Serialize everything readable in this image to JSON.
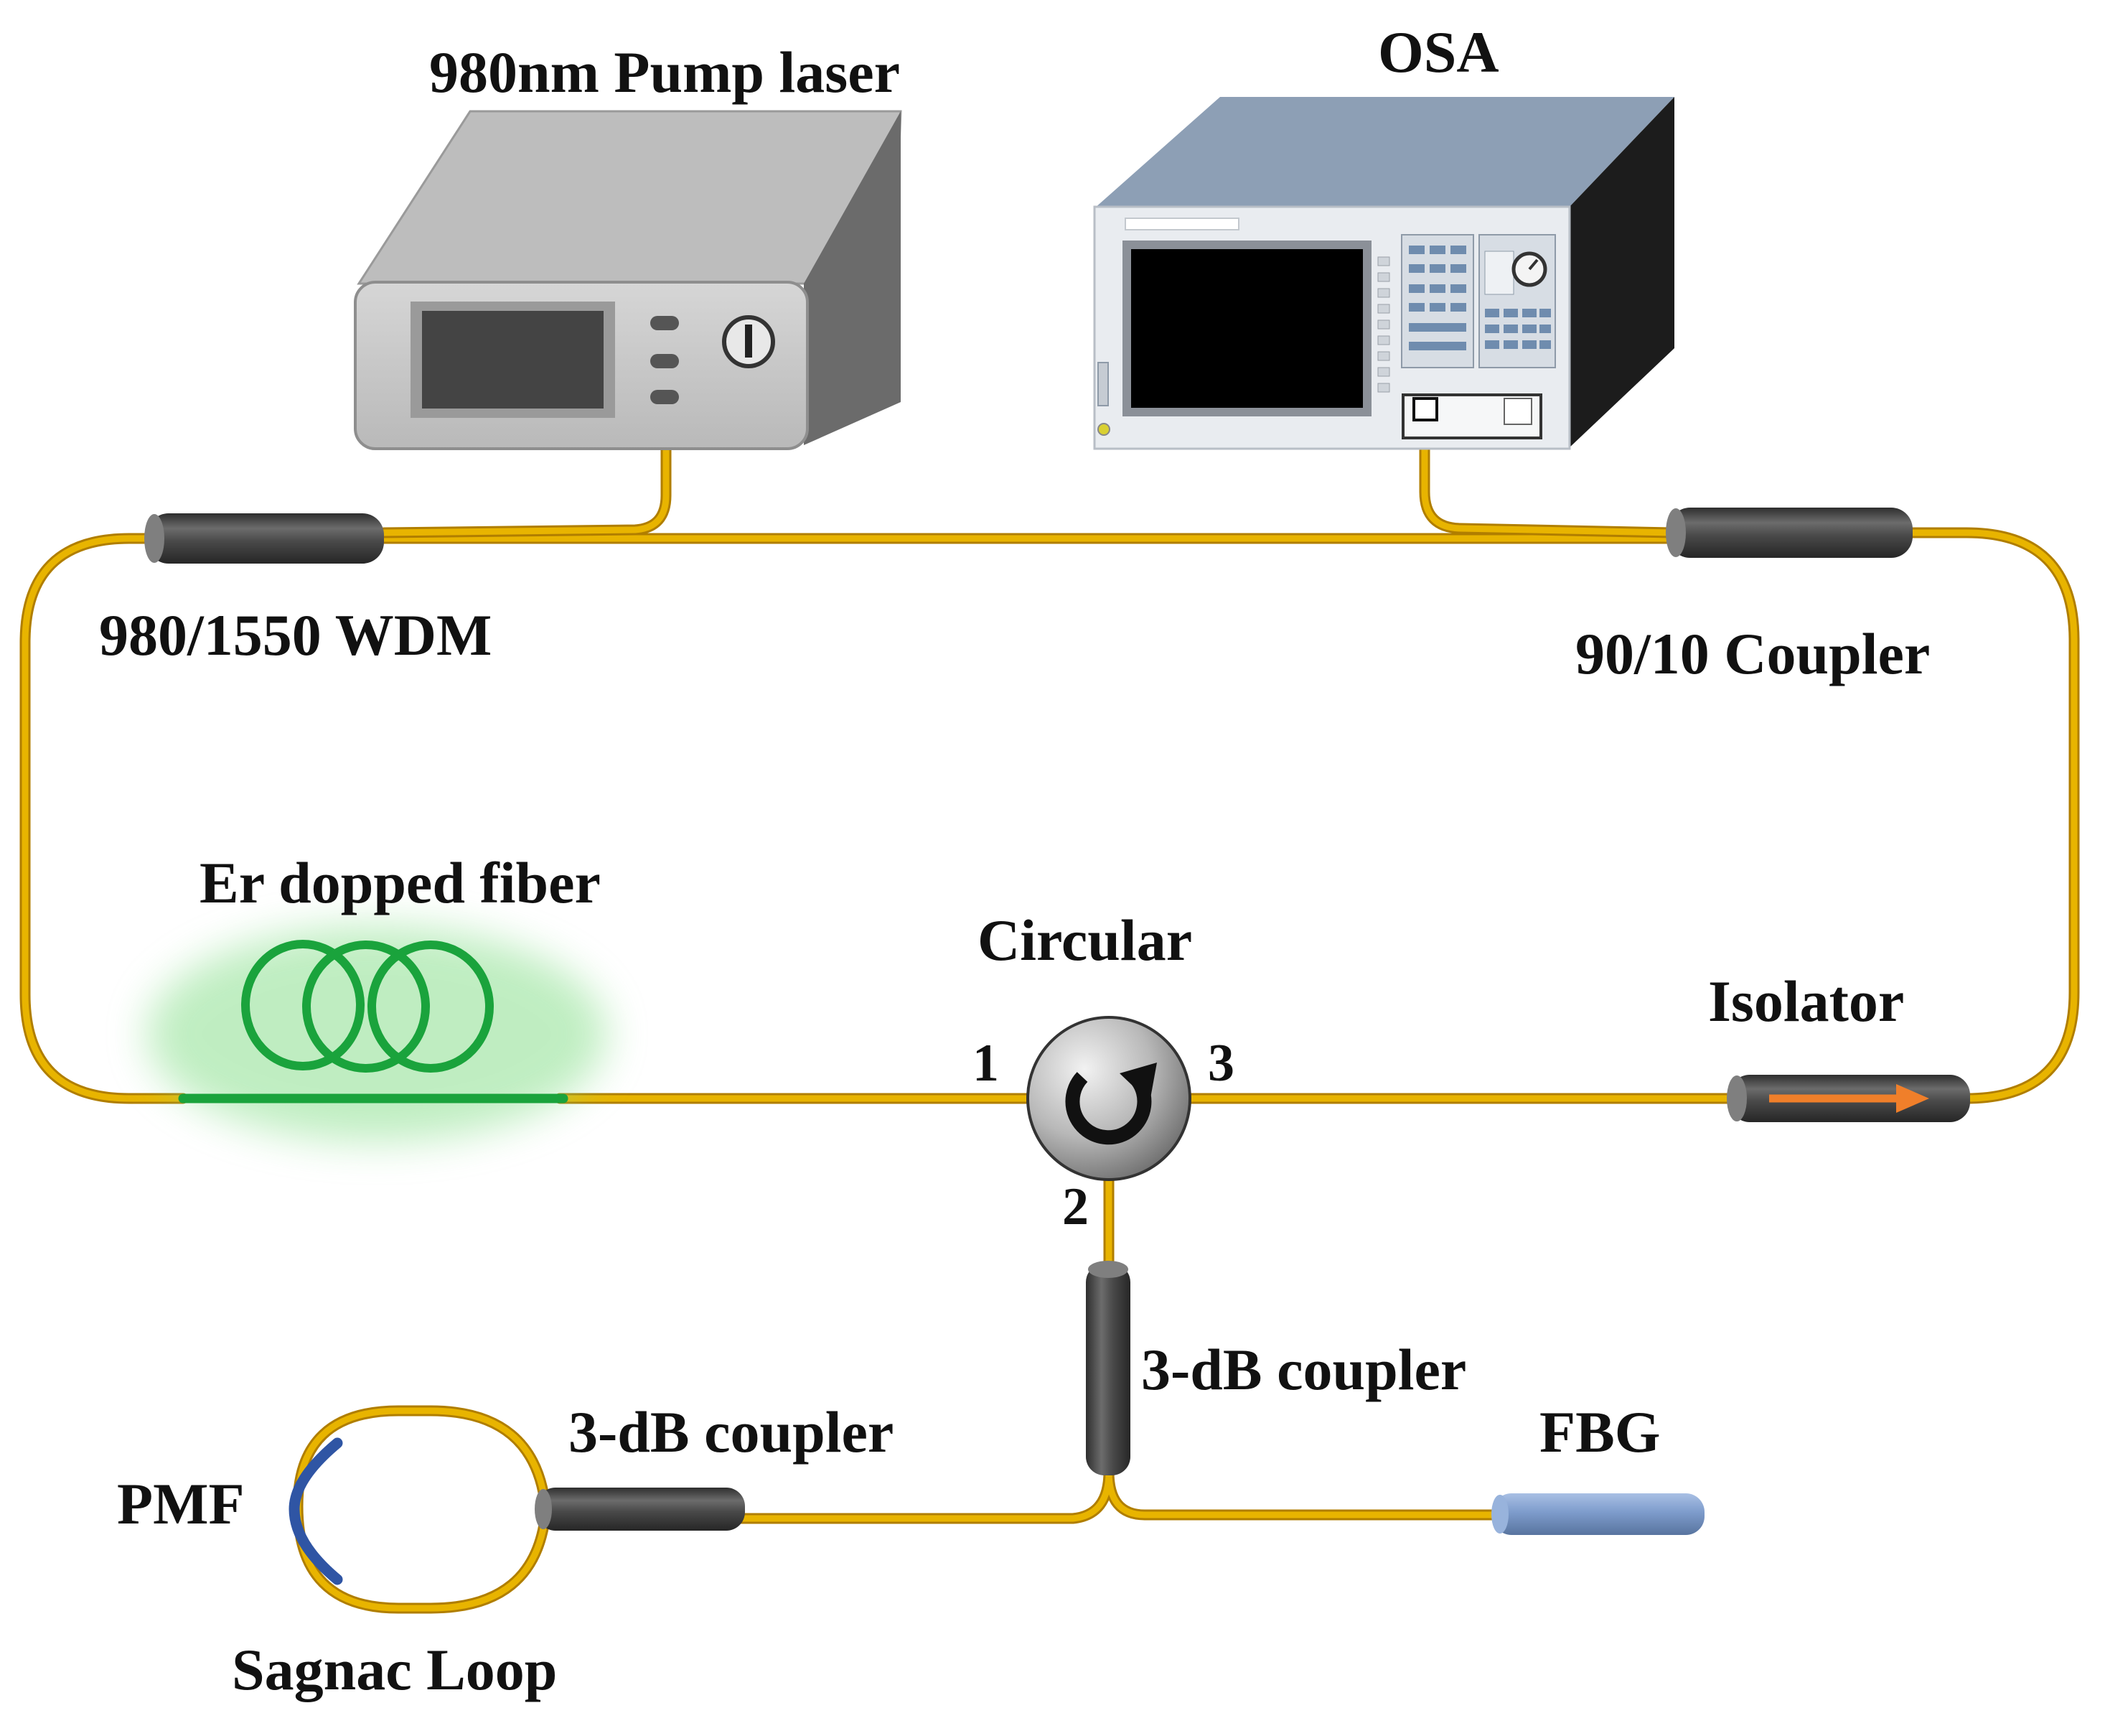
{
  "labels": {
    "pump_laser": "980nm Pump laser",
    "osa": "OSA",
    "wdm": "980/1550 WDM",
    "coupler_90_10": "90/10 Coupler",
    "er_fiber": "Er dopped fiber",
    "circulator": "Circular",
    "isolator": "Isolator",
    "coupler_3db_upper": "3-dB coupler",
    "coupler_3db_lower": "3-dB coupler",
    "fbg": "FBG",
    "pmf": "PMF",
    "sagnac_loop": "Sagnac Loop"
  },
  "ports": {
    "p1": "1",
    "p2": "2",
    "p3": "3"
  },
  "colors": {
    "fiber": "#e8b400",
    "fiber_edge": "#b07e00",
    "er_fiber": "#1aa33c",
    "er_glow": "#8be08f",
    "device_dark": "#4a4a4a",
    "fbg": "#7e9ccc",
    "pmf": "#2f55a4",
    "isolator_arrow": "#f07f2a",
    "pump_body": "#c9c9c9",
    "osa_top": "#8d9fb5",
    "osa_side": "#1c1c1c",
    "screen": "#000000"
  },
  "icons": {
    "circulator": "circular-arrow-icon",
    "isolator": "right-arrow-icon"
  }
}
